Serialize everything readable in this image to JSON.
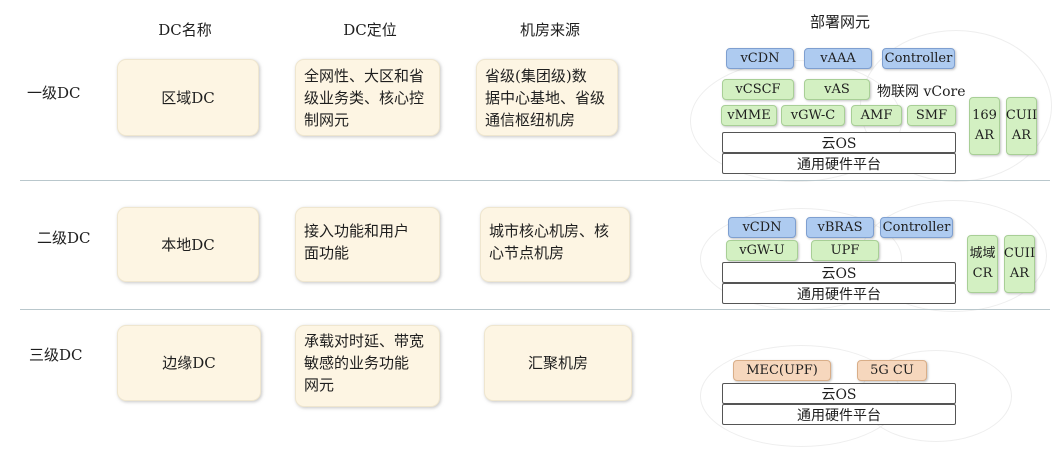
{
  "headers": {
    "name": "DC名称",
    "positioning": "DC定位",
    "source": "机房来源",
    "elements": "部署网元"
  },
  "tiers": [
    {
      "label": "一级DC",
      "name": "区域DC",
      "positioning": [
        "全网性、大区和省",
        "级业务类、核心控",
        "制网元"
      ],
      "source": [
        "省级(集团级)数",
        "据中心基地、省级",
        "通信枢纽机房"
      ],
      "elements": {
        "row1": [
          "vCDN",
          "vAAA",
          "Controller"
        ],
        "row2": [
          "vCSCF",
          "vAS"
        ],
        "row2_text": "物联网 vCore",
        "row3": [
          "vMME",
          "vGW-C",
          "AMF",
          "SMF"
        ],
        "cloud_os": "云OS",
        "hardware": "通用硬件平台",
        "side": [
          [
            "169",
            "AR"
          ],
          [
            "CUII",
            "AR"
          ]
        ]
      }
    },
    {
      "label": "二级DC",
      "name": "本地DC",
      "positioning": [
        "接入功能和用户",
        "面功能"
      ],
      "source": [
        "城市核心机房、核",
        "心节点机房"
      ],
      "elements": {
        "row1": [
          "vCDN",
          "vBRAS",
          "Controller"
        ],
        "row2": [
          "vGW-U",
          "UPF"
        ],
        "cloud_os": "云OS",
        "hardware": "通用硬件平台",
        "side": [
          [
            "城域",
            "CR"
          ],
          [
            "CUII",
            "AR"
          ]
        ]
      }
    },
    {
      "label": "三级DC",
      "name": "边缘DC",
      "positioning": [
        "承载对时延、带宽",
        "敏感的业务功能",
        "网元"
      ],
      "source": [
        "汇聚机房"
      ],
      "elements": {
        "row1": [
          "MEC(UPF)",
          "5G CU"
        ],
        "cloud_os": "云OS",
        "hardware": "通用硬件平台"
      }
    }
  ]
}
